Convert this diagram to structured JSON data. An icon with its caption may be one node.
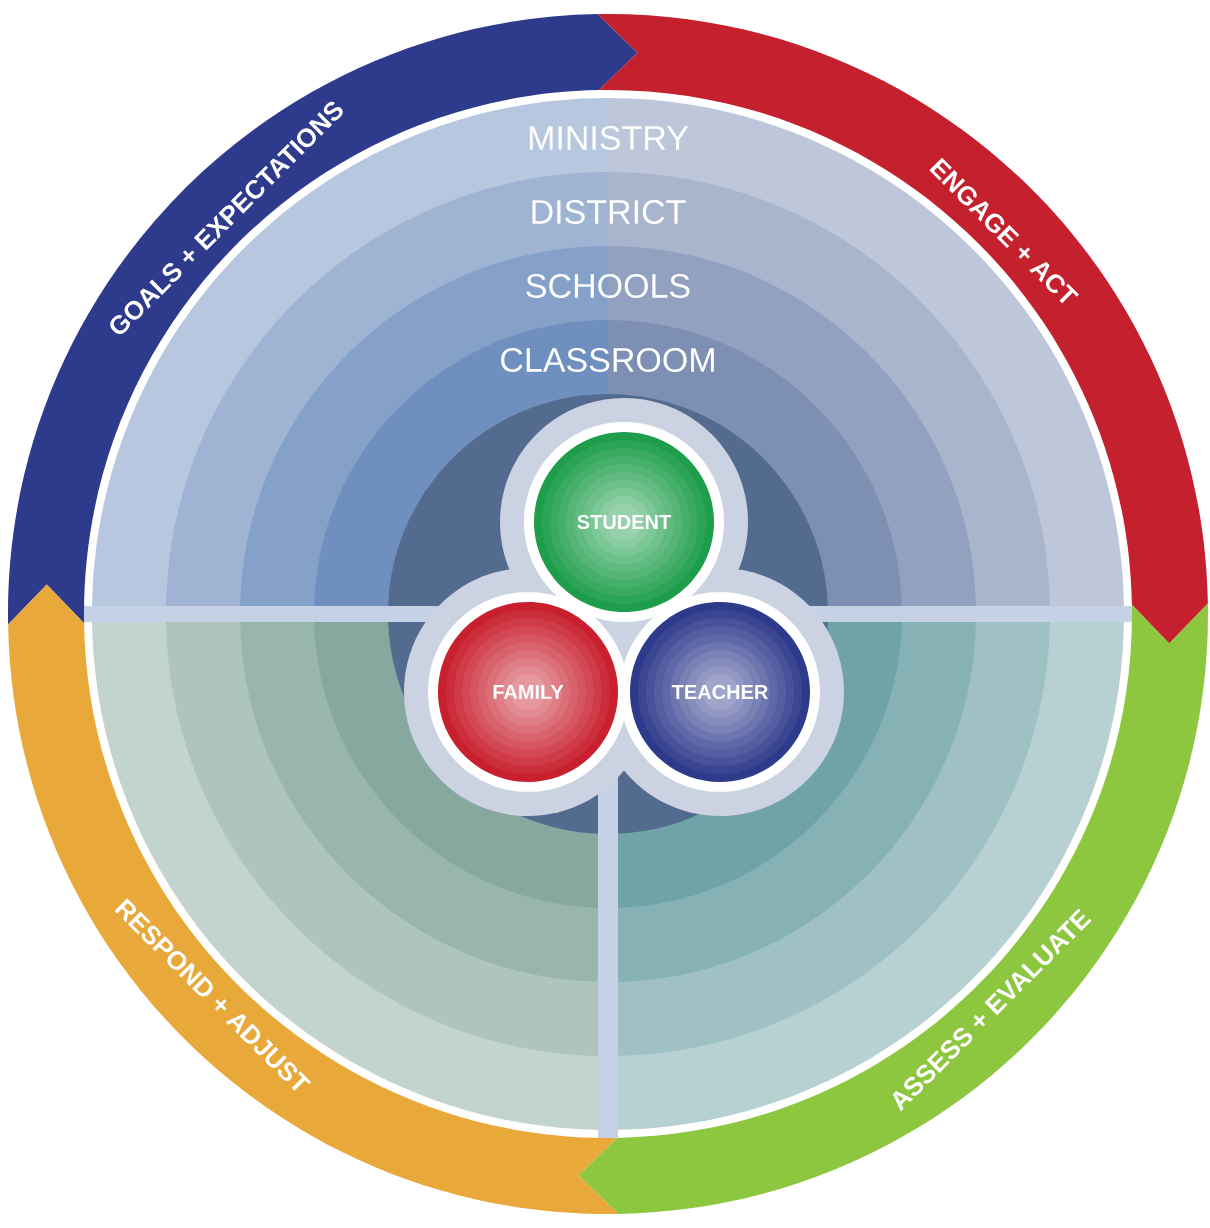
{
  "diagram": {
    "nodes": [
      {
        "text": [
          "GOALS + EXPECTATIONS"
        ]
      },
      {
        "text": [
          "ENGAGE + ACT"
        ]
      },
      {
        "text": [
          "ASSESS + EVALUATE"
        ]
      },
      {
        "text": [
          "RESPOND + ADJUST"
        ]
      },
      {
        "text": [
          "MINISTRY"
        ]
      },
      {
        "text": [
          "DISTRICT"
        ],
        "in": 4
      },
      {
        "text": [
          "SCHOOLS"
        ],
        "in": 5
      },
      {
        "text": [
          "CLASSROOM"
        ],
        "in": 6
      },
      {
        "text": [
          "STUDENT"
        ],
        "in": 7
      },
      {
        "text": [
          "FAMILY"
        ],
        "in": 7
      },
      {
        "text": [
          "TEACHER"
        ],
        "in": 7
      }
    ]
  }
}
